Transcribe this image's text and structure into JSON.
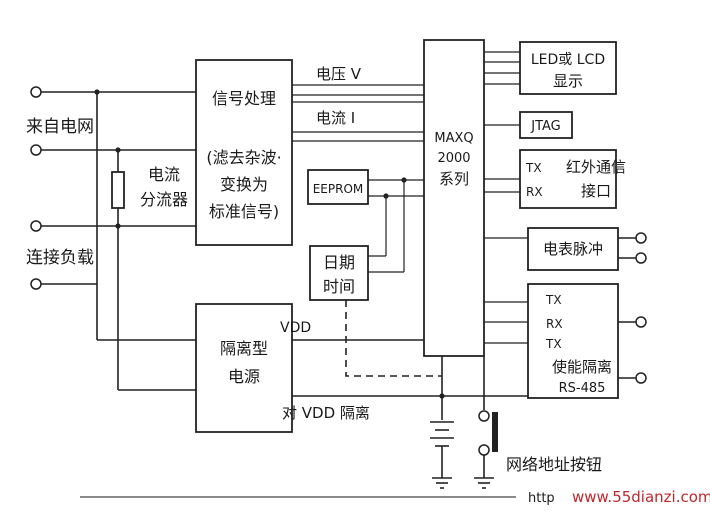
{
  "labels": {
    "from_grid": "来自电网",
    "connect_load": "连接负载",
    "current_divider_1": "电流",
    "current_divider_2": "分流器",
    "voltage_v": "电压 V",
    "current_i": "电流 I",
    "signal_1": "信号处理",
    "signal_2": "(滤去杂波·",
    "signal_3": "变换为",
    "signal_4": "标准信号)",
    "eeprom": "EEPROM",
    "date_1": "日期",
    "date_2": "时间",
    "mcu_1": "MAXQ",
    "mcu_2": "2000",
    "mcu_3": "系列",
    "led_1": "LED或 LCD",
    "led_2": "显示",
    "jtag": "JTAG",
    "ir_tx": "TX",
    "ir_rx": "RX",
    "ir_1": "红外通信",
    "ir_2": "接口",
    "pulse": "电表脉冲",
    "rs_tx1": "TX",
    "rs_rx": "RX",
    "rs_tx2": "TX",
    "rs_1": "使能隔离",
    "rs_2": "RS-485",
    "psu_1": "隔离型",
    "psu_2": "电源",
    "vdd": "VDD",
    "vdd_iso": "对 VDD 隔离",
    "net_button": "网络地址按钮",
    "watermark_http": "http",
    "watermark_site": "www.55dianzi.com"
  }
}
